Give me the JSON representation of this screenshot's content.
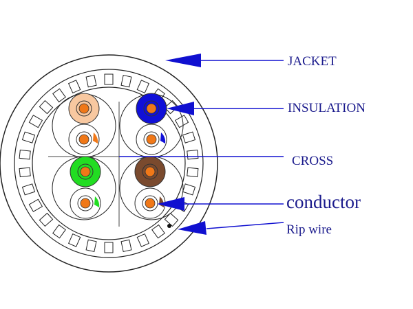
{
  "labels": {
    "jacket": "JACKET",
    "insulation": "INSULATION",
    "cross": "CROSS",
    "conductor": "conductor",
    "rip_wire": "Rip wire"
  },
  "colors": {
    "outline": "#222222",
    "label_text": "#1a1a8c",
    "arrow": "#1010d0",
    "conductor": "#f07818",
    "orange_insulation": "#f8c8a0",
    "blue_insulation": "#1010d8",
    "green_insulation": "#22dd22",
    "brown_insulation": "#7a4a2e",
    "white_insulation": "#ffffff"
  },
  "pairs": [
    {
      "name": "orange-pair",
      "solid_color": "#f8c8a0",
      "stripe_color": "#f07818"
    },
    {
      "name": "blue-pair",
      "solid_color": "#1010d8",
      "stripe_color": "#1010d8"
    },
    {
      "name": "green-pair",
      "solid_color": "#22dd22",
      "stripe_color": "#22dd22"
    },
    {
      "name": "brown-pair",
      "solid_color": "#7a4a2e",
      "stripe_color": "#7a4a2e"
    }
  ]
}
